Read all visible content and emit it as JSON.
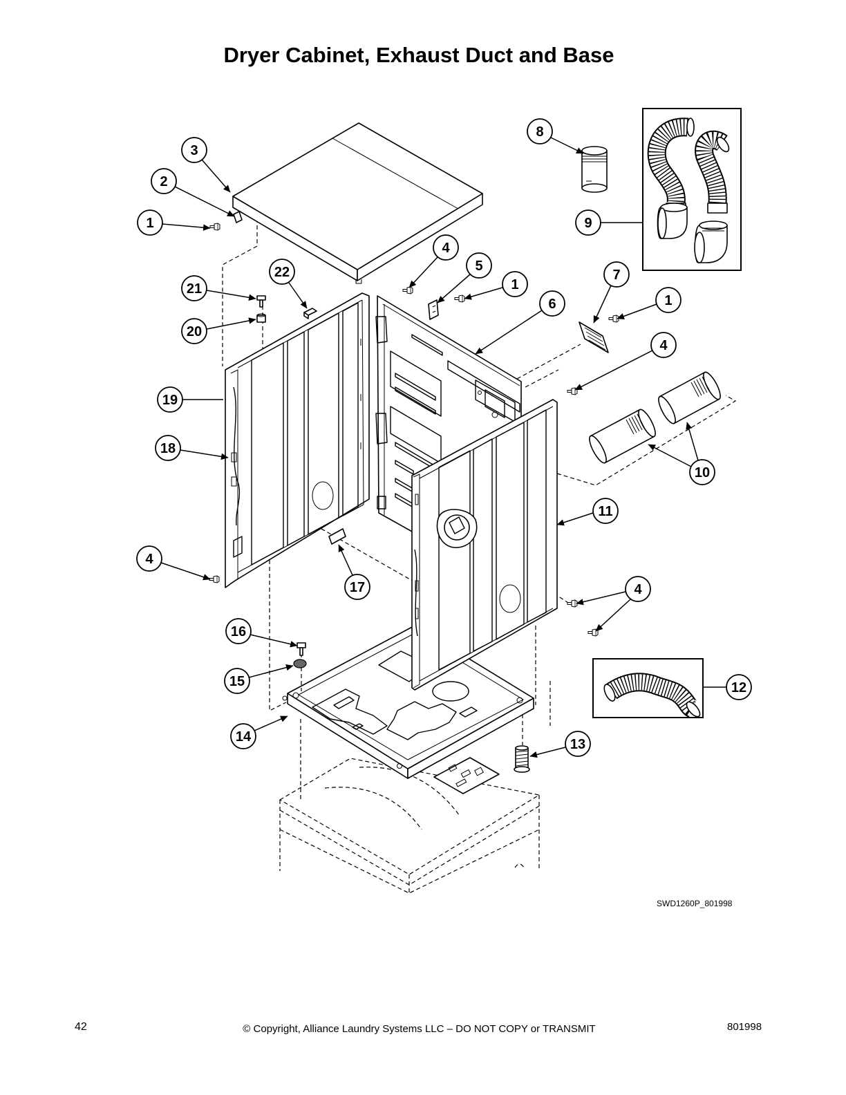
{
  "title": "Dryer Cabinet, Exhaust Duct and Base",
  "callouts": [
    "3",
    "2",
    "1",
    "22",
    "21",
    "20",
    "4",
    "5",
    "1",
    "6",
    "8",
    "9",
    "7",
    "1",
    "4",
    "19",
    "18",
    "10",
    "11",
    "4",
    "17",
    "4",
    "16",
    "15",
    "12",
    "14",
    "13"
  ],
  "drawing_code": "SWD1260P_801998",
  "footer": {
    "page_number": "42",
    "copyright": "© Copyright, Alliance Laundry Systems LLC – DO NOT COPY or TRANSMIT",
    "doc_number": "801998"
  }
}
